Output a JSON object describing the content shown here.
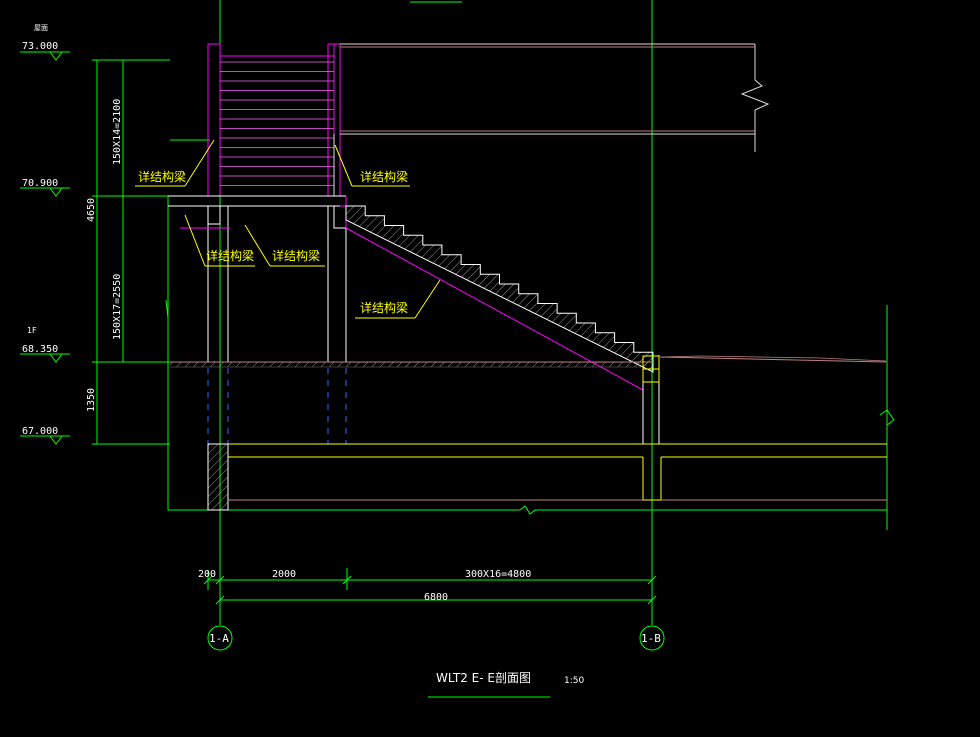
{
  "drawing": {
    "top_note": "屋面",
    "floor_label": "1F",
    "elevations": [
      "73.000",
      "70.900",
      "68.350",
      "67.000"
    ],
    "vertical_dims": [
      "150X14=2100",
      "150X17=2550",
      "4650",
      "1350"
    ],
    "beam_labels": [
      "详结构梁",
      "详结构梁",
      "详结构梁",
      "详结构梁",
      "详结构梁"
    ],
    "horizontal_dims": [
      "200",
      "2000",
      "300X16=4800",
      "6800"
    ],
    "axes": [
      "1-A",
      "1-B"
    ],
    "title": "WLT2  E- E剖面图",
    "scale": "1:50"
  },
  "colors": {
    "line_green": "#00ff00",
    "stair_magenta": "#ff00ff",
    "structure_white": "#ffffff",
    "label_yellow": "#ffff00",
    "beam_blue": "#3366ff",
    "floor_line": "#c08080"
  }
}
